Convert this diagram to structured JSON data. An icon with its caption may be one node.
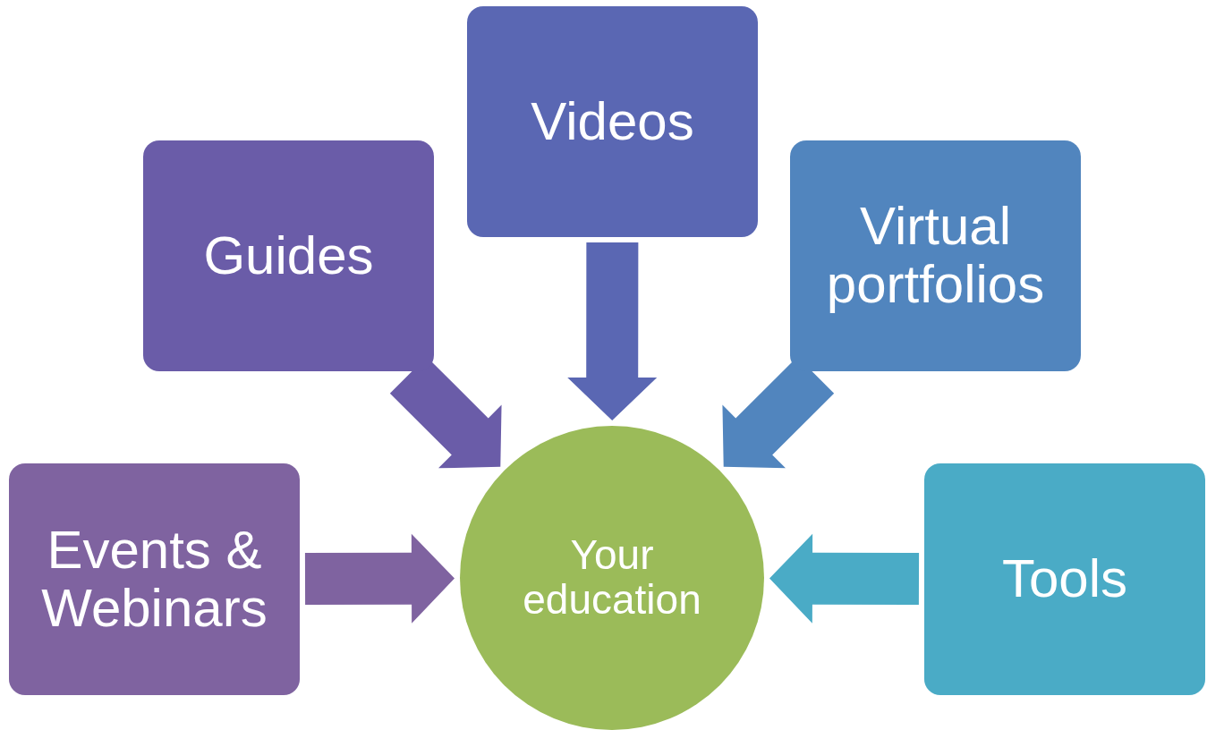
{
  "diagram": {
    "nodes": [
      {
        "text": [
          "Videos"
        ]
      },
      {
        "text": [
          "Guides"
        ]
      },
      {
        "text": [
          "Virtual portfolios"
        ]
      },
      {
        "text": [
          "Events & Webinars"
        ]
      },
      {
        "text": [
          "Your education"
        ]
      },
      {
        "text": [
          "Tools"
        ]
      }
    ],
    "edges": [
      {
        "from": 1,
        "to": 4,
        "arrow": "to",
        "style": "thick",
        "color": "#6a5ca8"
      },
      {
        "from": 0,
        "to": 4,
        "arrow": "to",
        "style": "thick",
        "color": "#5a67b3"
      },
      {
        "from": 2,
        "to": 4,
        "arrow": "to",
        "style": "thick",
        "color": "#5185be"
      },
      {
        "from": 3,
        "to": 4,
        "arrow": "to",
        "style": "thick",
        "color": "#7f63a0"
      },
      {
        "from": 5,
        "to": 4,
        "arrow": "to",
        "style": "thick",
        "color": "#4aabc6"
      }
    ]
  }
}
